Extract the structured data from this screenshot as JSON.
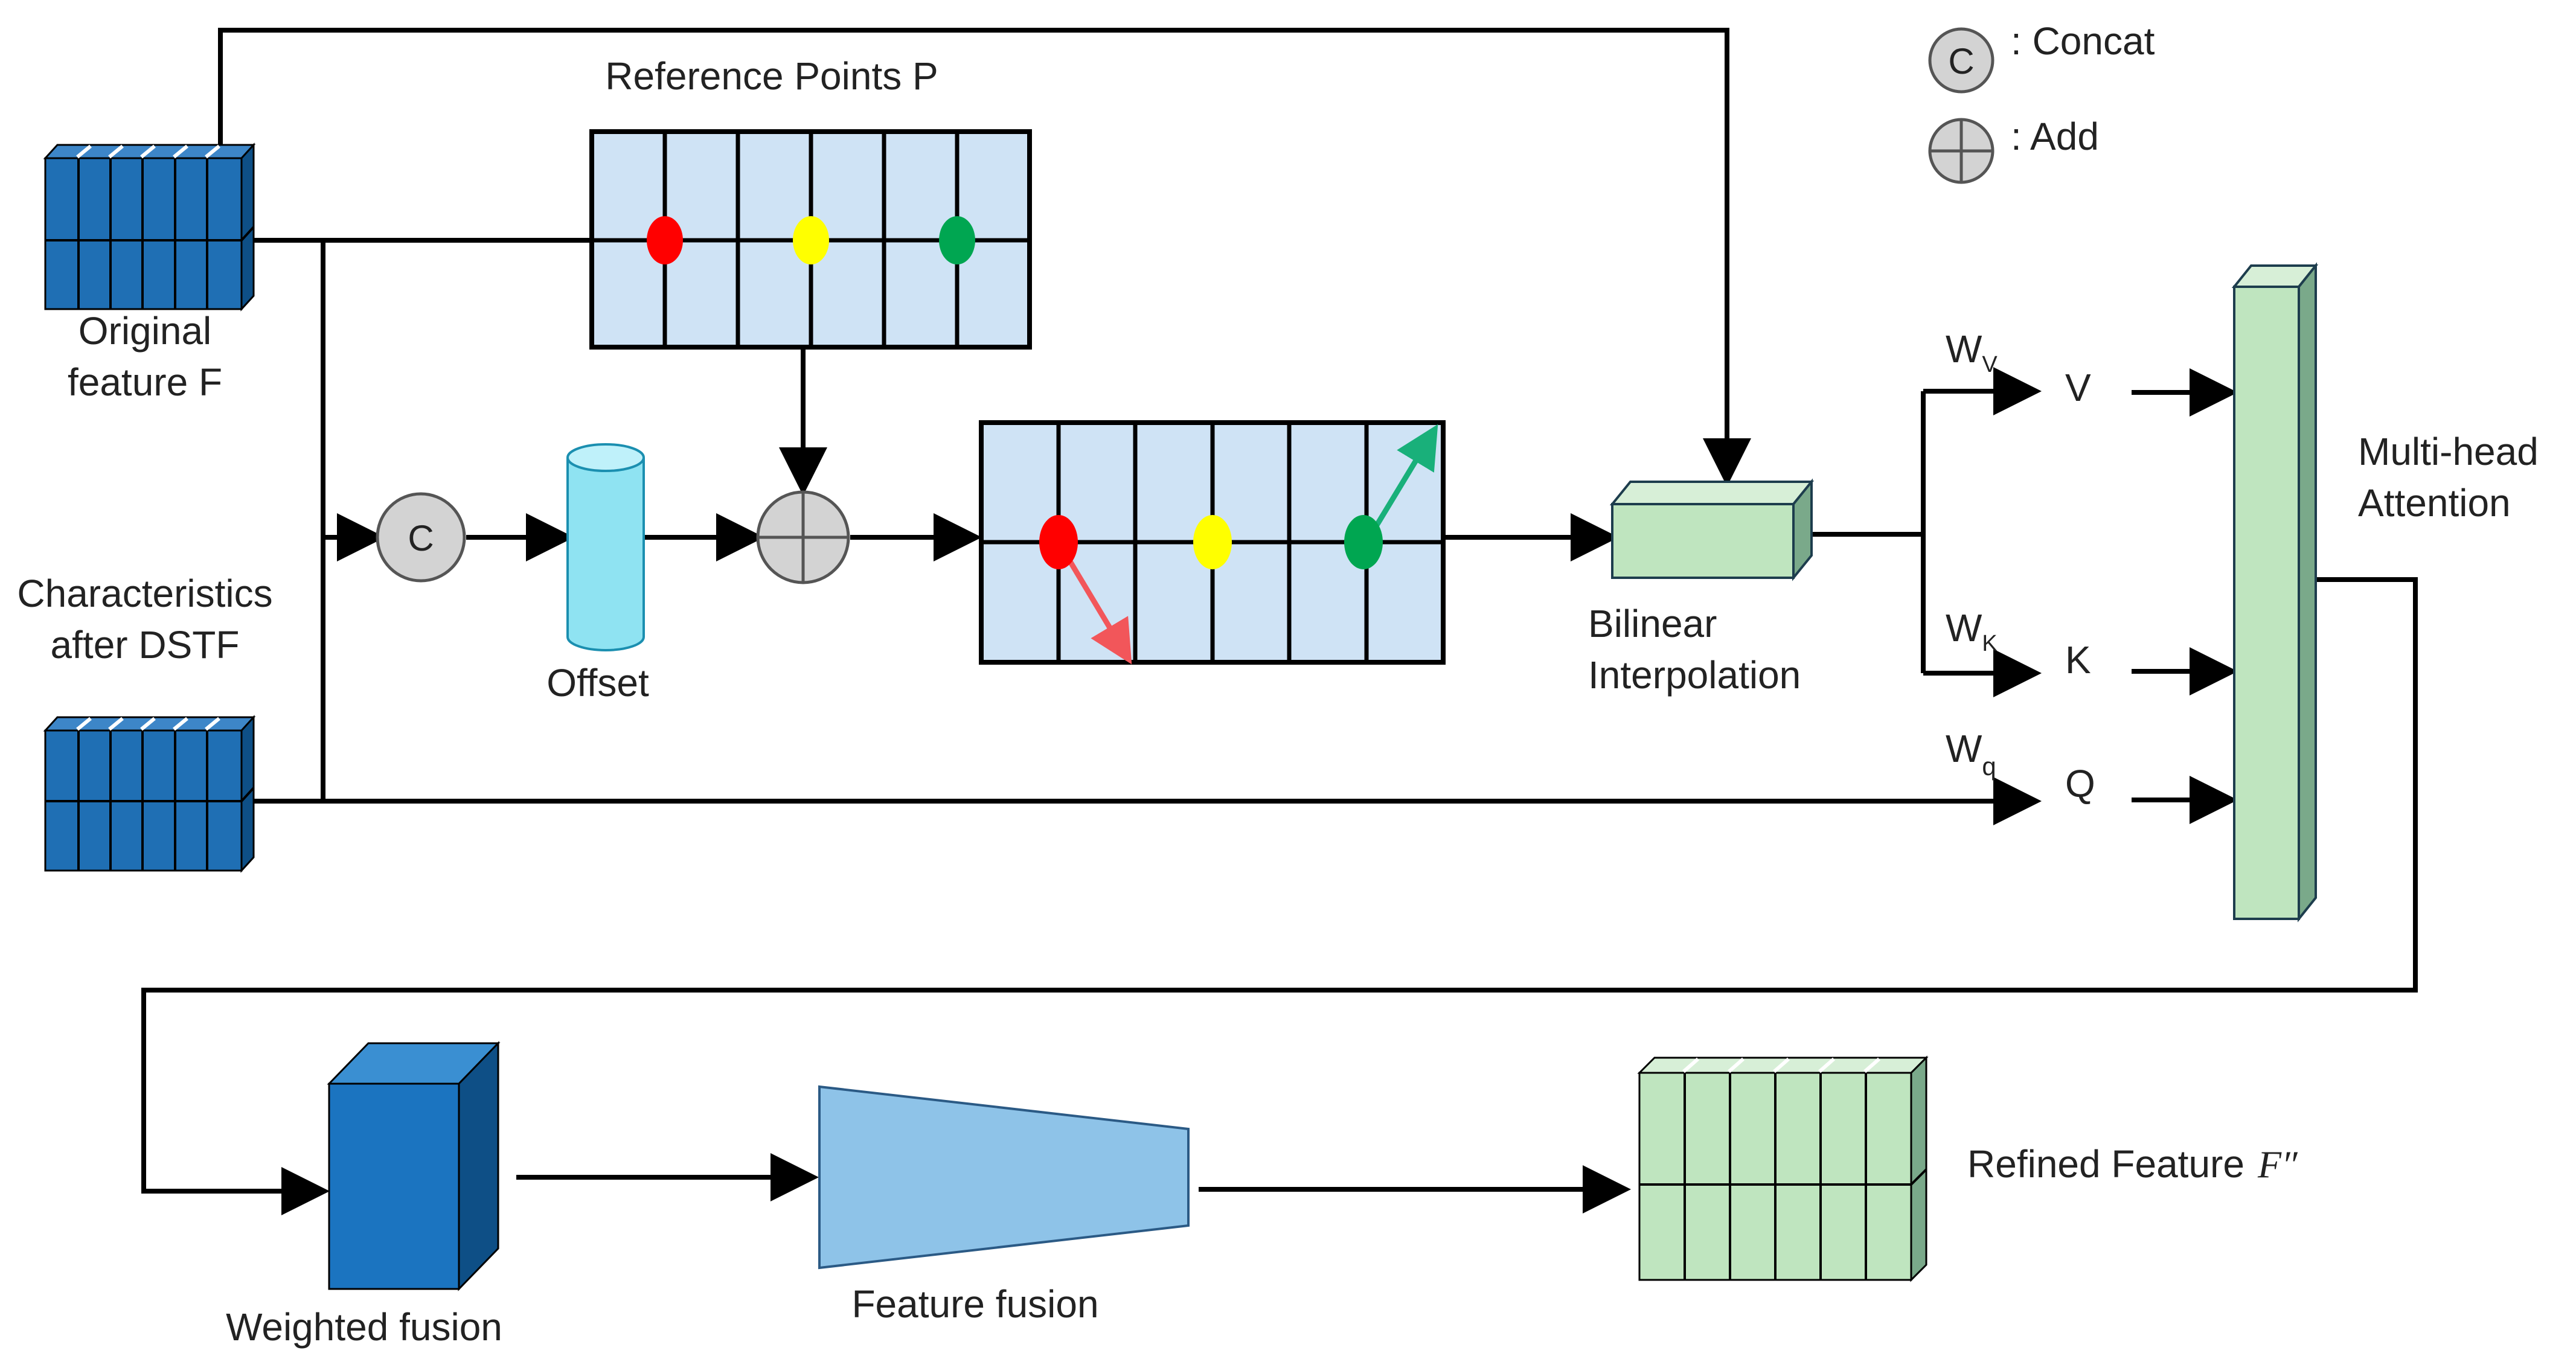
{
  "legend": {
    "concat_symbol": "C",
    "concat_label": ": Concat",
    "add_label": ": Add"
  },
  "labels": {
    "reference_points": "Reference Points P",
    "original_feature_line1": "Original",
    "original_feature_line2": "feature F",
    "characteristics_line1": "Characteristics",
    "characteristics_line2": "after DSTF",
    "concat_node": "C",
    "offset": "Offset",
    "bilinear_line1": "Bilinear",
    "bilinear_line2": "Interpolation",
    "wv_main": "W",
    "wv_sub": "V",
    "wk_main": "W",
    "wk_sub": "K",
    "wq_main": "W",
    "wq_sub": "q",
    "v": "V",
    "k": "K",
    "q": "Q",
    "mha_line1": "Multi-head",
    "mha_line2": "Attention",
    "weighted_fusion": "Weighted fusion",
    "feature_fusion": "Feature fusion",
    "refined_feature": "Refined Feature",
    "refined_symbol": "F″"
  },
  "colors": {
    "feature_blue": "#1f6fb4",
    "grid_fill": "#cfe3f5",
    "green_block": "#bfe5bf",
    "offset_cyan": "#8fe3f2",
    "node_gray": "#d3d3d3",
    "dot_red": "#ff0000",
    "dot_yellow": "#ffff00",
    "dot_green": "#00a651",
    "arrow_red": "#f2565a",
    "arrow_green": "#19b07a",
    "fusion_trapezoid": "#8ec3e8",
    "weighted_cube": "#1b74c0"
  }
}
